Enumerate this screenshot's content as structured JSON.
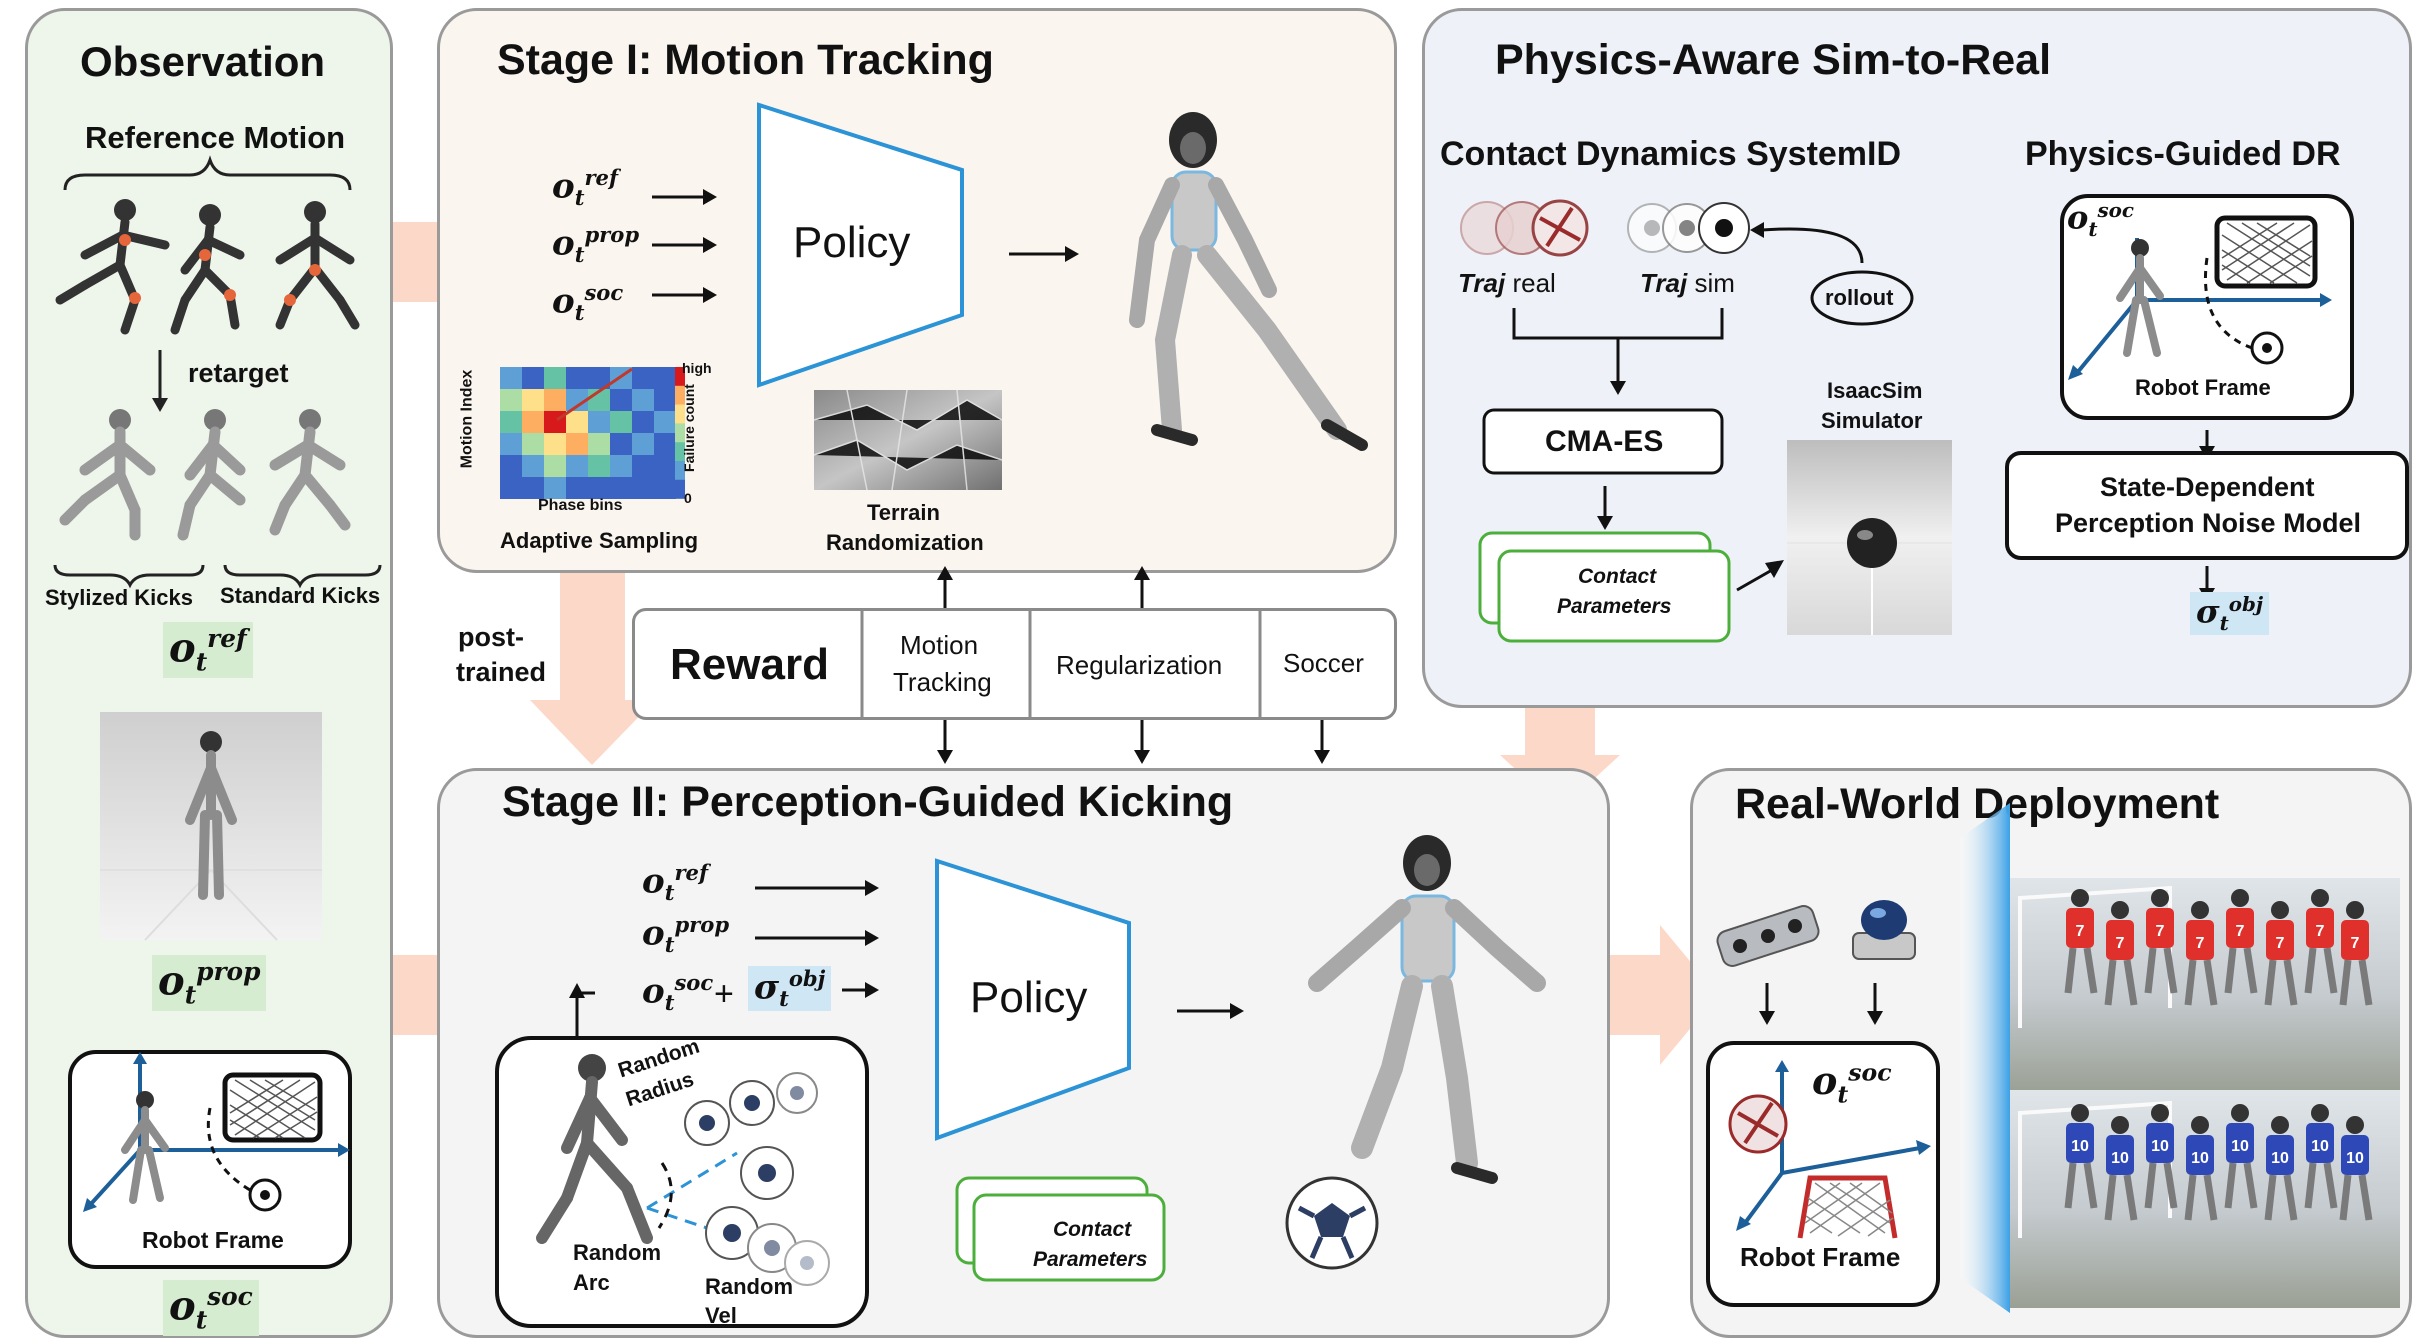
{
  "observation": {
    "title": "Observation",
    "reference_motion": "Reference Motion",
    "retarget": "retarget",
    "stylized_kicks": "Stylized Kicks",
    "standard_kicks": "Standard Kicks",
    "o_ref": {
      "base": "o",
      "sub": "t",
      "sup": "ref"
    },
    "o_prop": {
      "base": "o",
      "sub": "t",
      "sup": "prop"
    },
    "o_soc": {
      "base": "o",
      "sub": "t",
      "sup": "soc"
    },
    "robot_frame": "Robot Frame"
  },
  "stage1": {
    "title": "Stage I: Motion Tracking",
    "inputs": [
      {
        "base": "o",
        "sub": "t",
        "sup": "ref"
      },
      {
        "base": "o",
        "sub": "t",
        "sup": "prop"
      },
      {
        "base": "o",
        "sub": "t",
        "sup": "soc"
      }
    ],
    "policy": "Policy",
    "heatmap_y": "Motion Index",
    "heatmap_x": "Phase bins",
    "colorbar_high": "high",
    "colorbar_low": "0",
    "colorbar_label": "Failure count",
    "adaptive_sampling": "Adaptive Sampling",
    "terrain_line1": "Terrain",
    "terrain_line2": "Randomization"
  },
  "reward": {
    "title": "Reward",
    "motion_line1": "Motion",
    "motion_line2": "Tracking",
    "regularization": "Regularization",
    "soccer": "Soccer"
  },
  "post_trained_line1": "post-",
  "post_trained_line2": "trained",
  "stage2": {
    "title": "Stage II: Perception-Guided Kicking",
    "inputs": [
      {
        "base": "o",
        "sub": "t",
        "sup": "ref"
      },
      {
        "base": "o",
        "sub": "t",
        "sup": "prop"
      }
    ],
    "soc": {
      "base": "o",
      "sub": "t",
      "sup": "soc"
    },
    "plus": "+",
    "sigma": {
      "base": "σ",
      "sub": "t",
      "sup": "obj"
    },
    "policy": "Policy",
    "random_radius_line1": "Random",
    "random_radius_line2": "Radius",
    "random_arc_line1": "Random",
    "random_arc_line2": "Arc",
    "random_vel_line1": "Random",
    "random_vel_line2": "Vel",
    "contact_line1": "Contact",
    "contact_line2": "Parameters"
  },
  "sim2real": {
    "title": "Physics-Aware Sim-to-Real",
    "contact_sysid": "Contact Dynamics SystemID",
    "physics_dr": "Physics-Guided DR",
    "traj": "Traj",
    "real": "real",
    "sim": "sim",
    "rollout": "rollout",
    "isaac_line1": "IsaacSim",
    "isaac_line2": "Simulator",
    "cmaes": "CMA-ES",
    "contact_line1": "Contact",
    "contact_line2": "Parameters",
    "o_soc": {
      "base": "o",
      "sub": "t",
      "sup": "soc"
    },
    "robot_frame": "Robot Frame",
    "noise_line1": "State-Dependent",
    "noise_line2": "Perception Noise Model",
    "sigma": {
      "base": "σ",
      "sub": "t",
      "sup": "obj"
    }
  },
  "deploy": {
    "title": "Real-World Deployment",
    "o_soc": {
      "base": "o",
      "sub": "t",
      "sup": "soc"
    },
    "robot_frame": "Robot Frame",
    "jersey_numbers": [
      "7",
      "10"
    ]
  },
  "colors": {
    "panel_green": "#eef5ea",
    "panel_cream": "#fbf5ef",
    "panel_blue": "#eef1f7",
    "panel_gray": "#f4f4f4",
    "flow_arrow": "#fbd8c8",
    "green_card": "#4caf3c",
    "policy_blue": "#2b93d6",
    "obs_green": "#d6ecd0",
    "obs_blue": "#cfe6f5"
  }
}
